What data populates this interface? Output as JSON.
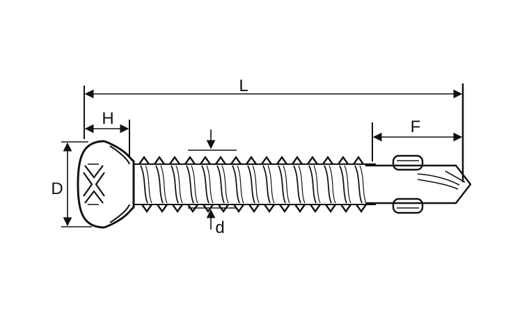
{
  "labels": {
    "length": "L",
    "head_height": "H",
    "drill_length": "F",
    "head_diameter": "D",
    "shank_diameter": "d"
  },
  "colors": {
    "ink": "#111111",
    "background": "#ffffff"
  },
  "icons": {
    "head_recess": "phillips-cross-icon"
  }
}
